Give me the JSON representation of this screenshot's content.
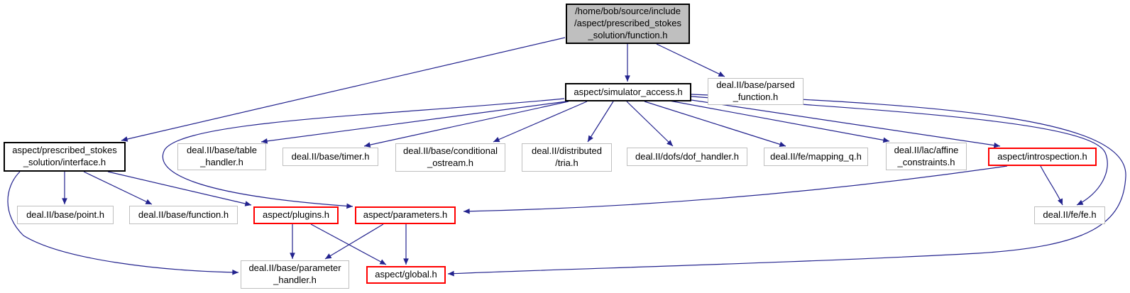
{
  "colors": {
    "edge": "#23238e",
    "black_border": "#000000",
    "red_border": "#ff0000",
    "gray_border": "#bfbfbf",
    "root_fill": "#bfbfbf",
    "node_fill": "#ffffff",
    "text": "#000000"
  },
  "nodes": [
    {
      "id": "function_h",
      "kind": "root",
      "label": "/home/bob/source/include\n/aspect/prescribed_stokes\n_solution/function.h"
    },
    {
      "id": "simulator_access_h",
      "kind": "linked",
      "label": "aspect/simulator_access.h"
    },
    {
      "id": "parsed_function_h",
      "kind": "external",
      "label": "deal.II/base/parsed\n_function.h"
    },
    {
      "id": "interface_h",
      "kind": "linked",
      "label": "aspect/prescribed_stokes\n_solution/interface.h"
    },
    {
      "id": "table_handler_h",
      "kind": "external",
      "label": "deal.II/base/table\n_handler.h"
    },
    {
      "id": "timer_h",
      "kind": "external",
      "label": "deal.II/base/timer.h"
    },
    {
      "id": "conditional_ostream_h",
      "kind": "external",
      "label": "deal.II/base/conditional\n_ostream.h"
    },
    {
      "id": "distributed_tria_h",
      "kind": "external",
      "label": "deal.II/distributed\n/tria.h"
    },
    {
      "id": "dof_handler_h",
      "kind": "external",
      "label": "deal.II/dofs/dof_handler.h"
    },
    {
      "id": "mapping_q_h",
      "kind": "external",
      "label": "deal.II/fe/mapping_q.h"
    },
    {
      "id": "affine_constraints_h",
      "kind": "external",
      "label": "deal.II/lac/affine\n_constraints.h"
    },
    {
      "id": "introspection_h",
      "kind": "truncated",
      "label": "aspect/introspection.h"
    },
    {
      "id": "point_h",
      "kind": "external",
      "label": "deal.II/base/point.h"
    },
    {
      "id": "base_function_h",
      "kind": "external",
      "label": "deal.II/base/function.h"
    },
    {
      "id": "plugins_h",
      "kind": "truncated",
      "label": "aspect/plugins.h"
    },
    {
      "id": "parameters_h",
      "kind": "truncated",
      "label": "aspect/parameters.h"
    },
    {
      "id": "fe_h",
      "kind": "external",
      "label": "deal.II/fe/fe.h"
    },
    {
      "id": "parameter_handler_h",
      "kind": "external",
      "label": "deal.II/base/parameter\n_handler.h"
    },
    {
      "id": "global_h",
      "kind": "truncated",
      "label": "aspect/global.h"
    }
  ],
  "edges": [
    [
      "function_h",
      "simulator_access_h"
    ],
    [
      "function_h",
      "parsed_function_h"
    ],
    [
      "function_h",
      "interface_h"
    ],
    [
      "simulator_access_h",
      "table_handler_h"
    ],
    [
      "simulator_access_h",
      "timer_h"
    ],
    [
      "simulator_access_h",
      "conditional_ostream_h"
    ],
    [
      "simulator_access_h",
      "distributed_tria_h"
    ],
    [
      "simulator_access_h",
      "dof_handler_h"
    ],
    [
      "simulator_access_h",
      "mapping_q_h"
    ],
    [
      "simulator_access_h",
      "affine_constraints_h"
    ],
    [
      "simulator_access_h",
      "introspection_h"
    ],
    [
      "simulator_access_h",
      "fe_h"
    ],
    [
      "simulator_access_h",
      "global_h"
    ],
    [
      "simulator_access_h",
      "parameters_h"
    ],
    [
      "interface_h",
      "point_h"
    ],
    [
      "interface_h",
      "base_function_h"
    ],
    [
      "interface_h",
      "plugins_h"
    ],
    [
      "interface_h",
      "parameter_handler_h"
    ],
    [
      "introspection_h",
      "fe_h"
    ],
    [
      "introspection_h",
      "parameters_h"
    ],
    [
      "plugins_h",
      "parameter_handler_h"
    ],
    [
      "plugins_h",
      "global_h"
    ],
    [
      "parameters_h",
      "parameter_handler_h"
    ],
    [
      "parameters_h",
      "global_h"
    ]
  ]
}
